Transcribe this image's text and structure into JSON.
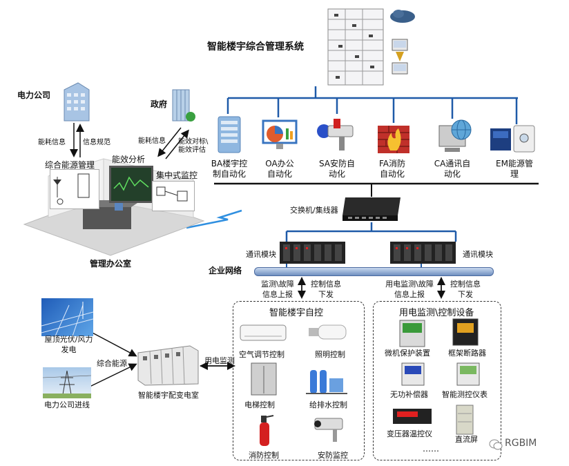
{
  "title": "智能楼宇综合管理系统",
  "office": {
    "power_company": "电力公司",
    "government": "政府",
    "energy_info_left": "能耗信息",
    "info_spec": "信息规范",
    "energy_info_right": "能耗信息",
    "benchmark_line1": "能效对标\\",
    "benchmark_line2": "能效评估",
    "panel_energy_mgmt": "综合能源管理",
    "panel_efficiency": "能效分析",
    "panel_monitor": "集中式监控",
    "room_label": "管理办公室"
  },
  "subsystems": [
    {
      "line1": "BA楼宇控",
      "line2": "制自动化",
      "icon": "building-server-icon"
    },
    {
      "line1": "OA办公",
      "line2": "自动化",
      "icon": "monitor-chart-icon"
    },
    {
      "line1": "SA安防自",
      "line2": "动化",
      "icon": "alarm-camera-icon"
    },
    {
      "line1": "FA消防",
      "line2": "自动化",
      "icon": "firewall-icon"
    },
    {
      "line1": "CA通讯自",
      "line2": "动化",
      "icon": "globe-computer-icon"
    },
    {
      "line1": "EM能源管",
      "line2": "理",
      "icon": "energy-meter-icon"
    }
  ],
  "network": {
    "switch_label": "交换机/集线器",
    "comm_module_left": "通讯模块",
    "comm_module_right": "通讯模块",
    "enterprise_network": "企业网络",
    "left_up_1": "监测\\故障",
    "left_up_2": "信息上报",
    "left_down_1": "控制信息",
    "left_down_2": "下发",
    "right_up_1": "用电监测\\故障",
    "right_up_2": "信息上报",
    "right_down_1": "控制信息",
    "right_down_2": "下发"
  },
  "building_control": {
    "title": "智能楼宇自控",
    "items": [
      "空气调节控制",
      "照明控制",
      "电梯控制",
      "给排水控制",
      "消防控制",
      "安防监控"
    ]
  },
  "power_devices": {
    "title": "用电监测\\控制设备",
    "items": [
      "微机保护装置",
      "框架断路器",
      "无功补偿器",
      "智能测控仪表",
      "变压器温控仪",
      "直流屏"
    ],
    "more": "……"
  },
  "power_supply": {
    "rooftop_line1": "屋顶光伏/风力",
    "rooftop_line2": "发电",
    "grid_line": "电力公司进线",
    "integrated_energy": "综合能源",
    "substation": "智能楼宇配变电室",
    "power_monitor": "用电监测"
  },
  "watermark": "RGBIM"
}
